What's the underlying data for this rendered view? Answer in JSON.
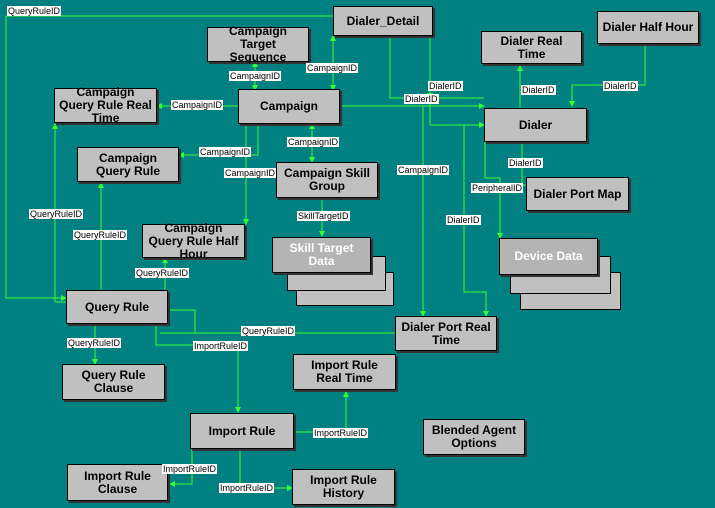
{
  "entities": {
    "dialer_detail": "Dialer_Detail",
    "campaign_target_sequence": "Campaign Target Sequence",
    "dialer_real_time": "Dialer Real Time",
    "dialer_half_hour": "Dialer Half Hour",
    "campaign_query_rule_real_time": "Campaign Query Rule Real Time",
    "campaign": "Campaign",
    "dialer": "Dialer",
    "campaign_query_rule": "Campaign Query Rule",
    "campaign_skill_group": "Campaign Skill Group",
    "dialer_port_map": "Dialer Port Map",
    "campaign_query_rule_half_hour": "Campaign Query Rule Half Hour",
    "skill_target_data": "Skill Target Data",
    "device_data": "Device Data",
    "query_rule": "Query Rule",
    "dialer_port_real_time": "Dialer Port Real Time",
    "import_rule_real_time": "Import Rule Real Time",
    "query_rule_clause": "Query Rule Clause",
    "import_rule": "Import Rule",
    "blended_agent_options": "Blended Agent Options",
    "import_rule_clause": "Import Rule Clause",
    "import_rule_history": "Import Rule History"
  },
  "keys": {
    "query_rule_id": "QueryRuleID",
    "campaign_id": "CampaignID",
    "dialer_id": "DialerID",
    "skill_target_id": "SkillTargetID",
    "peripheral_id": "PeripheralID",
    "import_rule_id": "ImportRuleID"
  }
}
